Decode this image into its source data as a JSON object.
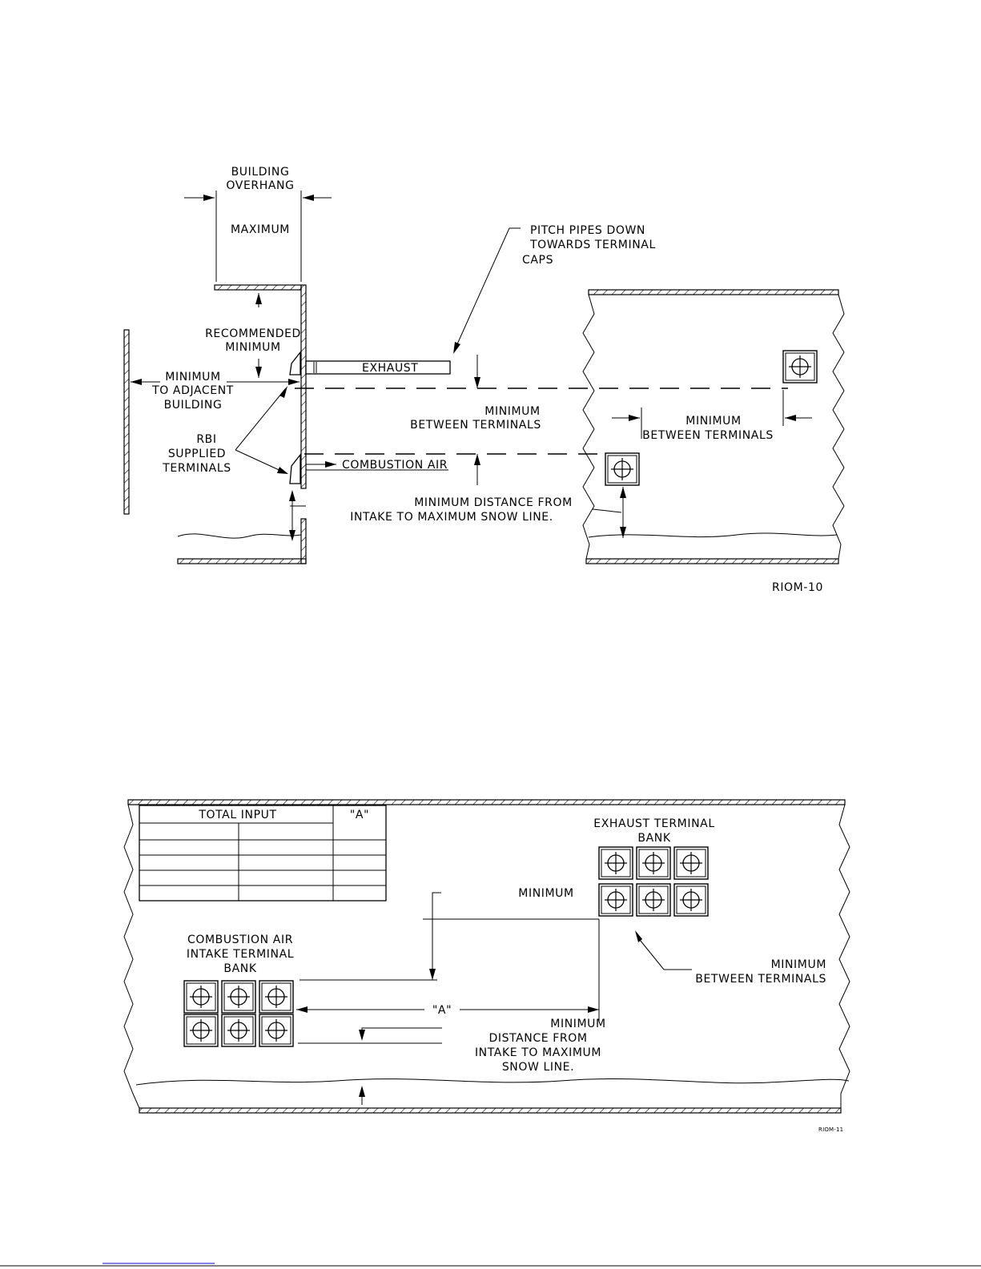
{
  "figure1": {
    "id_label": "RIOM-10",
    "building_overhang_1": "BUILDING",
    "building_overhang_2": "OVERHANG",
    "maximum": "MAXIMUM",
    "pitch_1": "PITCH PIPES DOWN",
    "pitch_2": "TOWARDS TERMINAL",
    "pitch_3": "CAPS",
    "recommended_1": "RECOMMENDED",
    "recommended_2": "MINIMUM",
    "exhaust": "EXHAUST",
    "adjacent_1": "MINIMUM",
    "adjacent_2": "TO ADJACENT",
    "adjacent_3": "BUILDING",
    "between_mid_1": "MINIMUM",
    "between_mid_2": "BETWEEN TERMINALS",
    "between_right_1": "MINIMUM",
    "between_right_2": "BETWEEN TERMINALS",
    "rbi_1": "RBI",
    "rbi_2": "SUPPLIED",
    "rbi_3": "TERMINALS",
    "combustion_air": "COMBUSTION AIR",
    "snow_1": "MINIMUM DISTANCE FROM",
    "snow_2": "INTAKE TO MAXIMUM SNOW LINE."
  },
  "figure2": {
    "id_label": "RIOM-11",
    "table": {
      "col_total_input": "TOTAL INPUT",
      "col_a": "\"A\""
    },
    "exhaust_bank_1": "EXHAUST TERMINAL",
    "exhaust_bank_2": "BANK",
    "minimum_top": "MINIMUM",
    "intake_bank_1": "COMBUSTION AIR",
    "intake_bank_2": "INTAKE TERMINAL",
    "intake_bank_3": "BANK",
    "between_1": "MINIMUM",
    "between_2": "BETWEEN TERMINALS",
    "a_label": "\"A\"",
    "snow_1": "MINIMUM",
    "snow_2": "DISTANCE FROM",
    "snow_3": "INTAKE TO MAXIMUM",
    "snow_4": "SNOW LINE."
  },
  "colors": {
    "line": "#000000",
    "background": "#ffffff",
    "footer_rule": "#0000cc"
  }
}
